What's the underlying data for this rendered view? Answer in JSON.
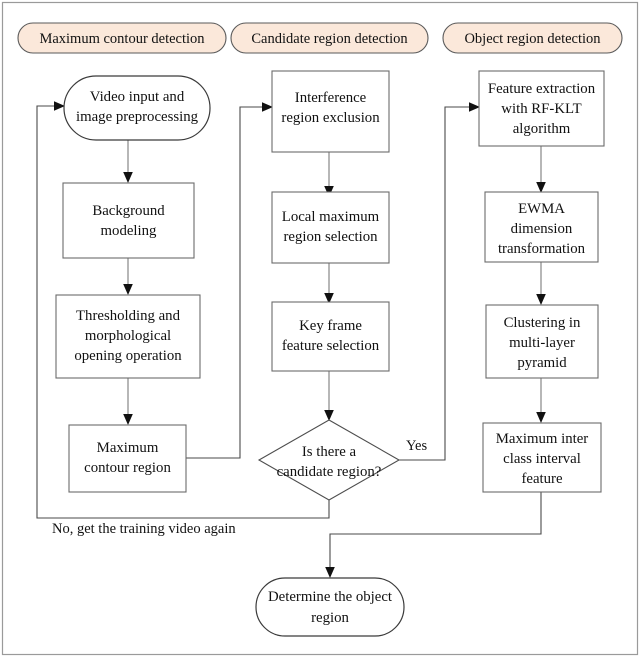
{
  "diagram": {
    "title": "Object region detection flowchart",
    "background": "#ffffff",
    "frame_color": "#9a9a9a",
    "pill_fill": "#fbe8da",
    "box_stroke": "#6b6b6b",
    "edge_stroke": "#4a4a4a"
  },
  "headers": [
    {
      "id": "hdr-max-contour",
      "label": "Maximum contour detection"
    },
    {
      "id": "hdr-candidate",
      "label": "Candidate  region detection"
    },
    {
      "id": "hdr-object",
      "label": "Object region detection"
    }
  ],
  "column1": {
    "nodes": [
      {
        "id": "video-input",
        "shape": "stadium",
        "lines": [
          "Video input and",
          "image preprocessing"
        ]
      },
      {
        "id": "background-modeling",
        "shape": "rect",
        "lines": [
          "Background",
          "modeling"
        ]
      },
      {
        "id": "thresholding",
        "shape": "rect",
        "lines": [
          "Thresholding and",
          "morphological",
          "opening operation"
        ]
      },
      {
        "id": "maximum-contour-region",
        "shape": "rect",
        "lines": [
          "Maximum",
          "contour region"
        ]
      }
    ]
  },
  "column2": {
    "nodes": [
      {
        "id": "interference-region-exclusion",
        "shape": "rect",
        "lines": [
          "Interference",
          "region exclusion"
        ]
      },
      {
        "id": "local-maximum-region-selection",
        "shape": "rect",
        "lines": [
          "Local maximum",
          "region selection"
        ]
      },
      {
        "id": "key-frame-feature-selection",
        "shape": "rect",
        "lines": [
          "Key frame",
          "feature selection"
        ]
      },
      {
        "id": "candidate-region-decision",
        "shape": "diamond",
        "lines": [
          "Is there a",
          "candidate region?"
        ]
      }
    ]
  },
  "column3": {
    "nodes": [
      {
        "id": "feature-extraction",
        "shape": "rect",
        "lines": [
          "Feature extraction",
          "with RF-KLT",
          "algorithm"
        ]
      },
      {
        "id": "ewma-dimension",
        "shape": "rect",
        "lines": [
          "EWMA",
          "dimension",
          "transformation"
        ]
      },
      {
        "id": "clustering-pyramid",
        "shape": "rect",
        "lines": [
          "Clustering in",
          "multi-layer",
          "pyramid"
        ]
      },
      {
        "id": "maximum-inter-class",
        "shape": "rect",
        "lines": [
          "Maximum inter",
          "class interval",
          "feature"
        ]
      }
    ]
  },
  "terminal": {
    "id": "determine-object-region",
    "shape": "stadium",
    "lines": [
      "Determine the object",
      "region"
    ]
  },
  "edge_labels": {
    "yes": "Yes",
    "no": "No, get the training video again"
  }
}
